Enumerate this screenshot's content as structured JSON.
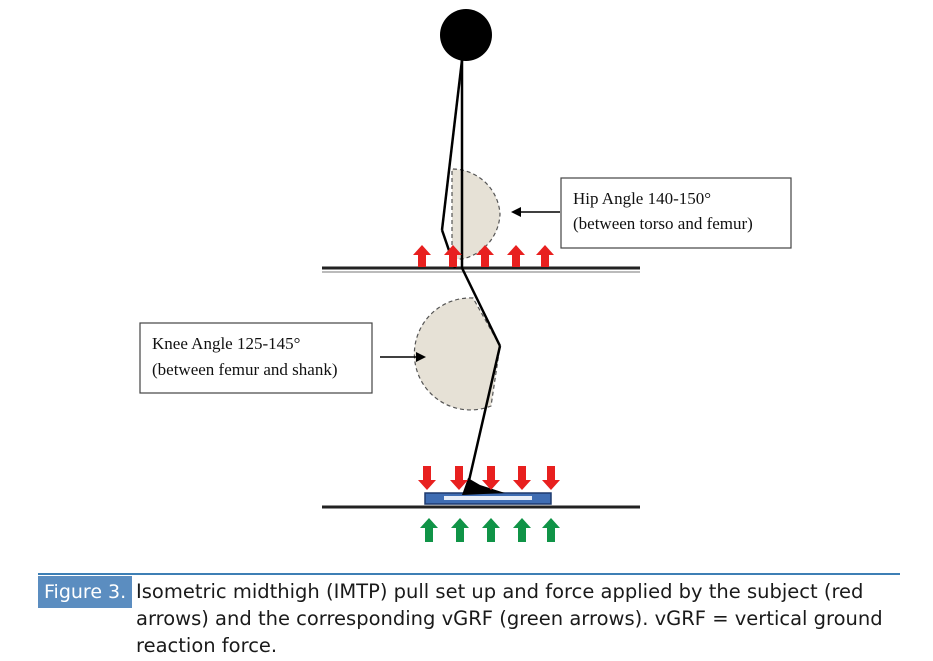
{
  "labels": {
    "hip_line1": "Hip Angle 140-150°",
    "hip_line2": "(between torso and femur)",
    "knee_line1": "Knee Angle 125-145°",
    "knee_line2": "(between femur and shank)"
  },
  "caption": {
    "tag": "Figure 3.",
    "text": "Isometric midthigh (IMTP) pull set up and force applied by the subject (red arrows) and the corresponding vGRF (green arrows). vGRF = vertical ground reaction force."
  },
  "colors": {
    "force_arrow": "#e8201f",
    "vgrf_arrow": "#109447",
    "angle_fill": "#e6e1d6",
    "platform": "#3f6db3",
    "caption_tag": "#5b8dc0"
  },
  "arrows": {
    "bar_up_count": 5,
    "platform_down_count": 5,
    "ground_up_count": 5
  }
}
